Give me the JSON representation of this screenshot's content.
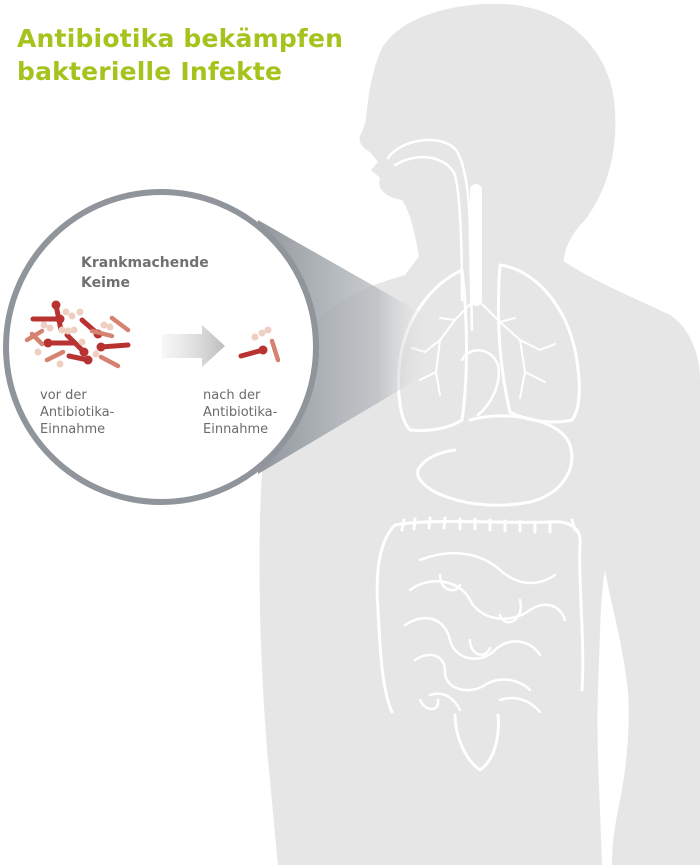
{
  "title": {
    "line1": "Antibiotika bekämpfen",
    "line2": "bakterielle Infekte"
  },
  "zoom": {
    "label_line1": "Krankmachende",
    "label_line2": "Keime"
  },
  "captions": {
    "before": [
      "vor der",
      "Antibiotika-",
      "Einnahme"
    ],
    "after": [
      "nach der",
      "Antibiotika-",
      "Einnahme"
    ]
  },
  "colors": {
    "title": "#a4c31d",
    "body_silhouette": "#e6e6e6",
    "organ_lines": "#ffffff",
    "lens_ring": "#8f959b",
    "bacteria_dark_red": "#b83232",
    "bacteria_salmon": "#d58270",
    "bacteria_pale": "#efcfc2",
    "arrow_gray": "#c9c9c9"
  }
}
